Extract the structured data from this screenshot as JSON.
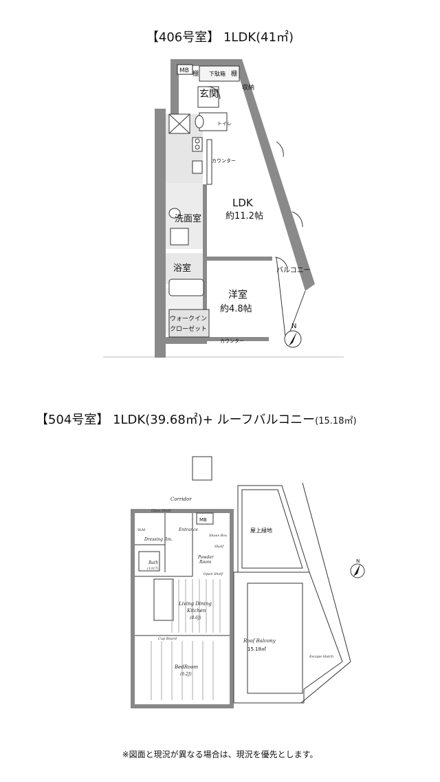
{
  "unit406": {
    "title": "【406号室】 1LDK(41㎡)",
    "rooms": {
      "mb": "MB",
      "shelf1": "棚",
      "shoe_box": "下駄箱",
      "shelf2": "棚",
      "storage": "収納",
      "entrance": "玄関",
      "toilet": "トイレ",
      "counter1": "カウンター",
      "ldk": "LDK",
      "ldk_size": "約11.2帖",
      "washroom": "洗面室",
      "bath": "浴室",
      "western": "洋室",
      "western_size": "約4.8帖",
      "walkin1": "ウォークイン",
      "walkin2": "クローゼット",
      "balcony": "バルコニー",
      "counter2": "カウンター",
      "north": "N"
    }
  },
  "unit504": {
    "title_main": "【504号室】 1LDK(39.68㎡)+ ルーフバルコニー",
    "title_small": "(15.18㎡)",
    "rooms": {
      "corridor": "Corridor",
      "glass_shelf": "Glass Shelf",
      "mb": "MB",
      "entrance": "Entrance",
      "wm": "W.M.",
      "dressing": "Dressing Rm.",
      "bath": "Bath",
      "bath_size": "(1317)",
      "shoes_box": "Shoes Box",
      "shelf": "Shelf",
      "powder": "Powder",
      "powder2": "Room",
      "open_shelf": "Open Shelf",
      "living": "Living Dining",
      "kitchen": "Kitchen",
      "living_size": "(8.6J)",
      "cup_board": "Cup Board",
      "bedroom": "BedRoom",
      "bedroom_size": "(6.2J)",
      "rooftop_green": "屋上緑地",
      "roof_balcony": "Roof Balcony",
      "roof_balcony_size": "15.18㎡",
      "escape": "Escape Hatch",
      "north": "N"
    }
  },
  "footer": "※図面と現況が異なる場合は、現況を優先とします。"
}
